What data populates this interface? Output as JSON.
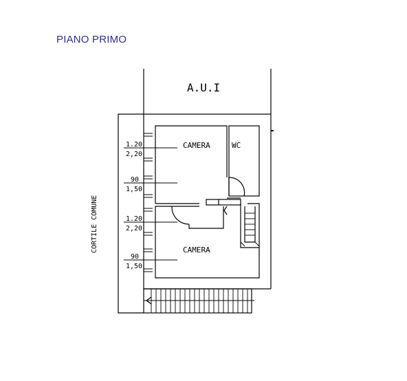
{
  "title": "PIANO PRIMO",
  "labels": {
    "aui": "A.U.I",
    "cortile": "CORTILE COMUNE",
    "camera_top": "CAMERA",
    "wc": "WC",
    "camera_bottom": "CAMERA"
  },
  "windows": [
    {
      "top": "1.20",
      "bottom": "2,20"
    },
    {
      "top": "90",
      "bottom": "1,50"
    },
    {
      "top": "1.20",
      "bottom": "2,20"
    },
    {
      "top": "90",
      "bottom": "1,50"
    }
  ],
  "colors": {
    "title": "#2b2f8f",
    "lines": "#000000"
  }
}
